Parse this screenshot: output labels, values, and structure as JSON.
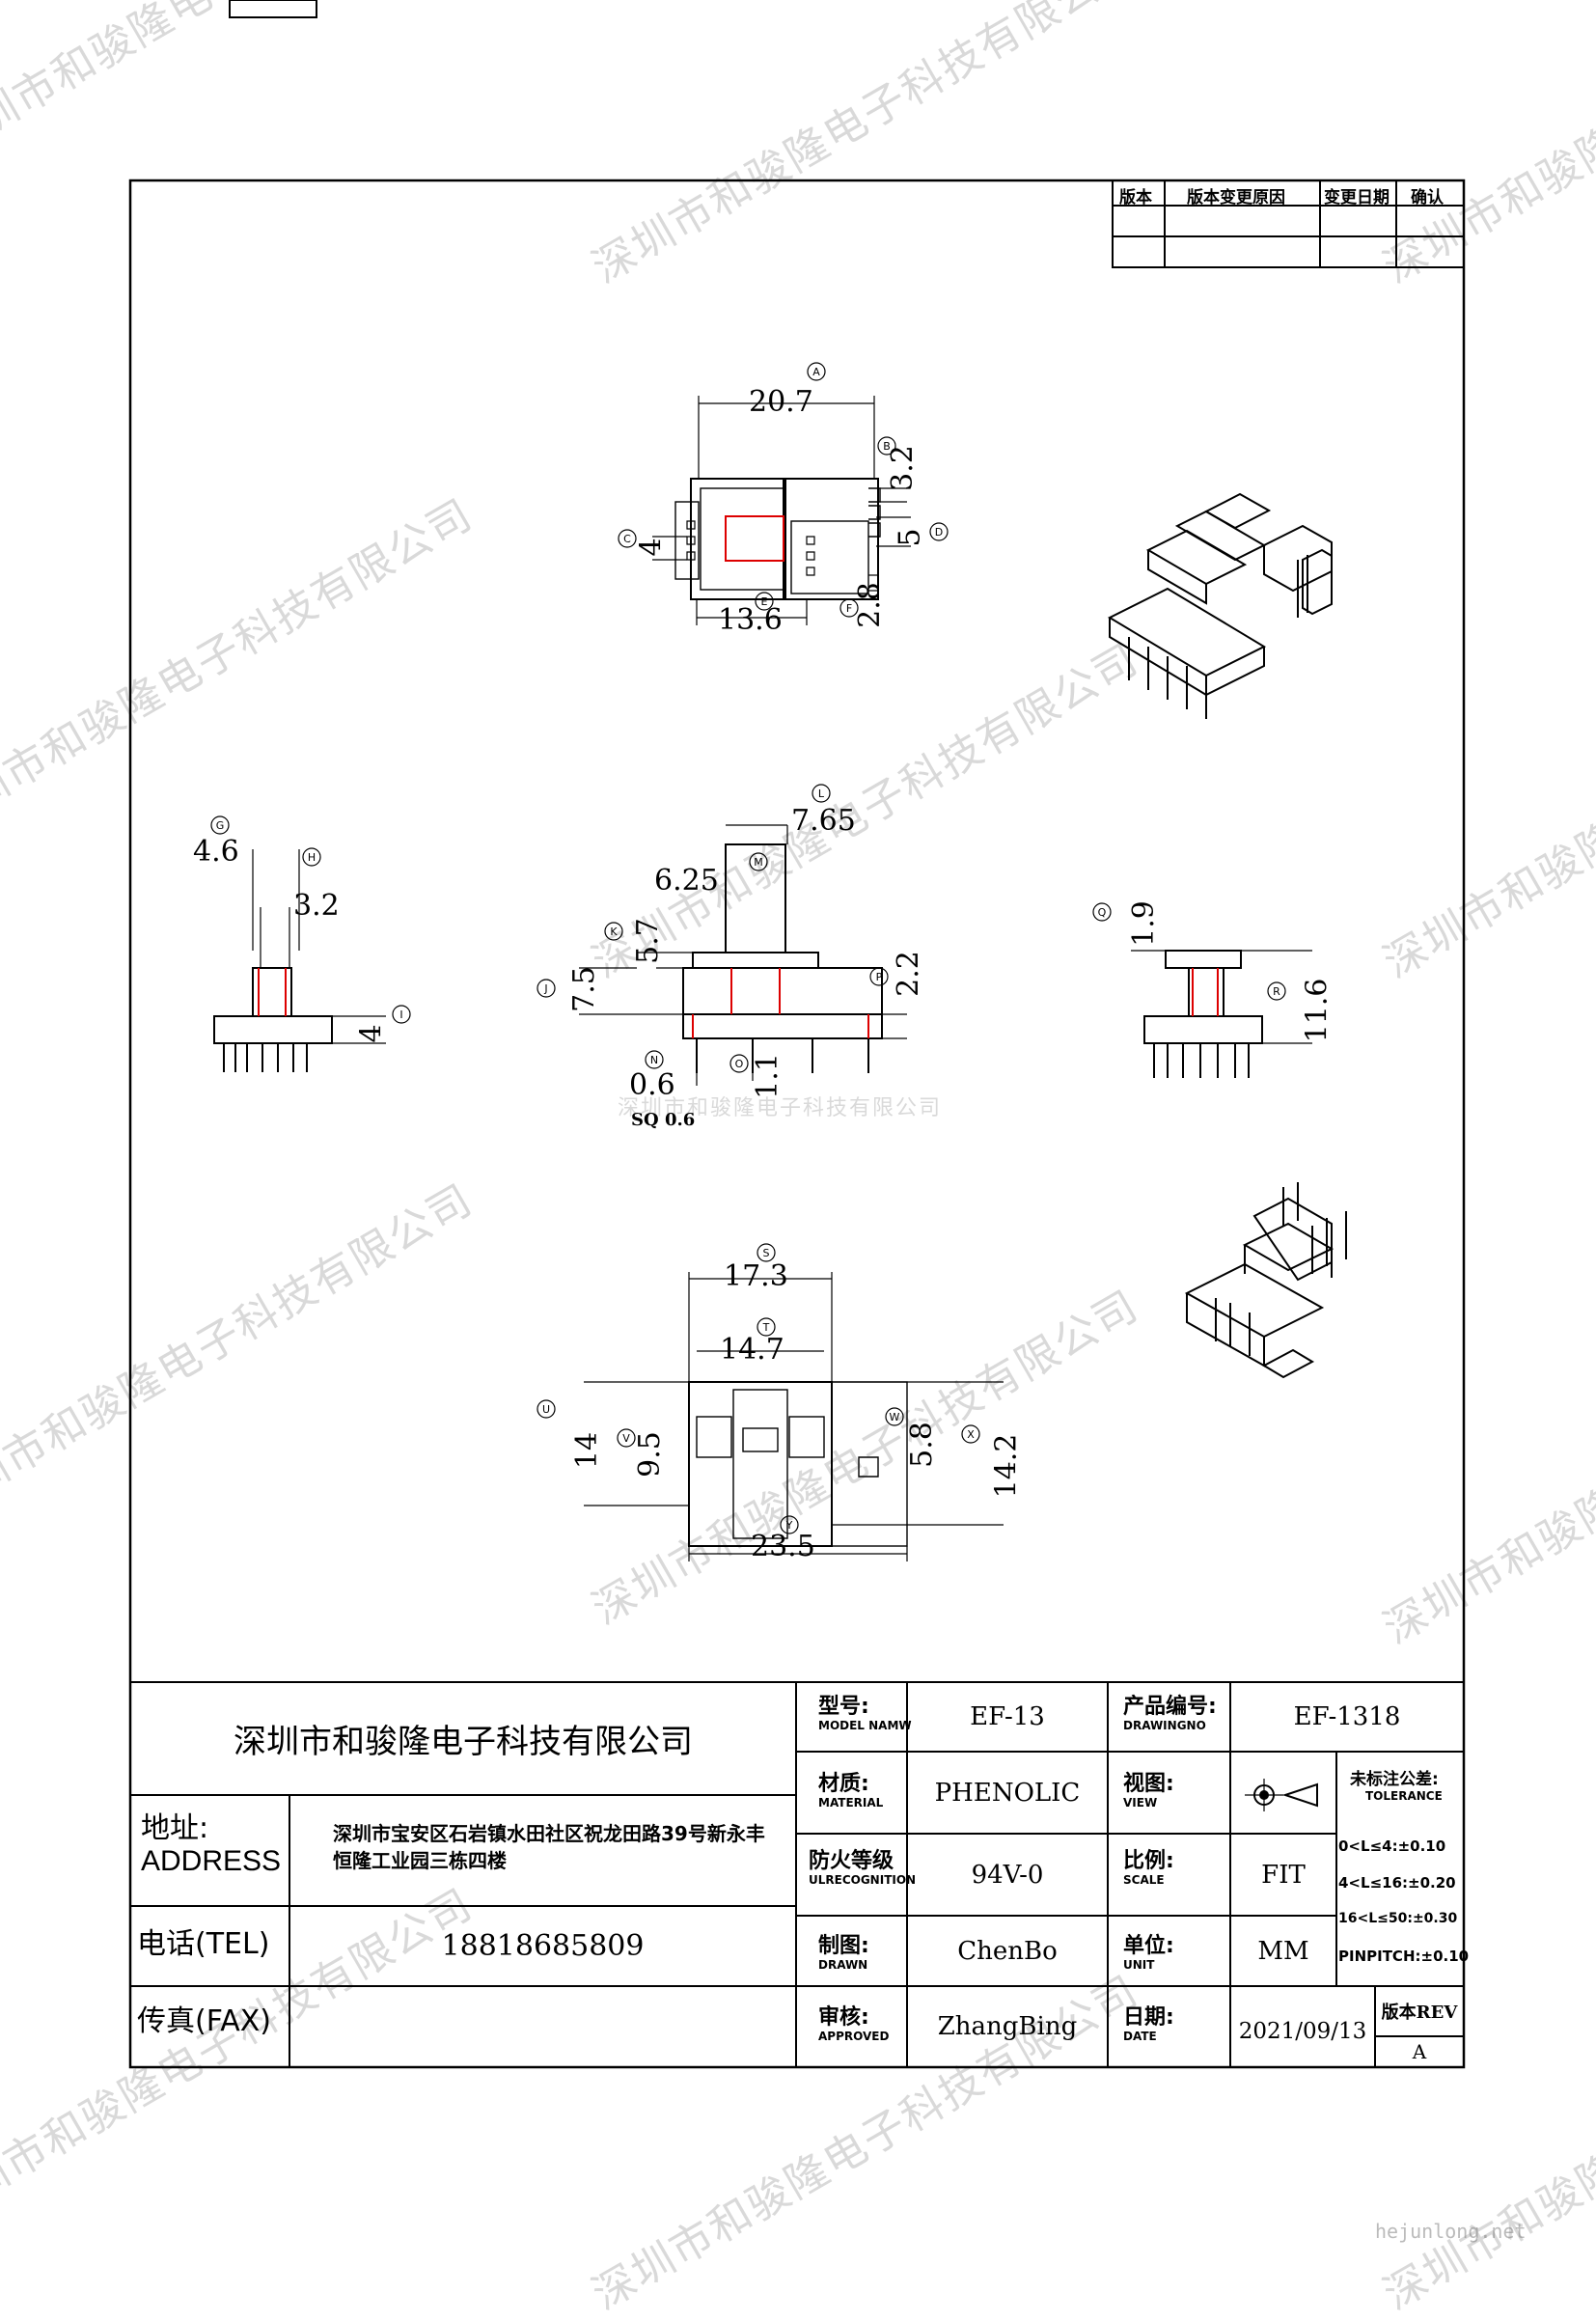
{
  "watermark": {
    "text": "深圳市和骏隆电子科技有限公司",
    "url": "hejunlong.net"
  },
  "revision_table": {
    "headers": [
      "版本",
      "版本变更原因",
      "变更日期",
      "确认"
    ]
  },
  "dimensions": {
    "top": [
      "20.7",
      "3.2",
      "4",
      "5",
      "13.6",
      "2.8"
    ],
    "side_left": [
      "4.6",
      "3.2",
      "4"
    ],
    "front": [
      "7.65",
      "6.25",
      "5.7",
      "7.5",
      "2.2",
      "0.6",
      "1.1",
      "SQ 0.6"
    ],
    "side_right": [
      "1.9",
      "11.6"
    ],
    "bottom": [
      "17.3",
      "14.7",
      "14",
      "9.5",
      "5.8",
      "14.2",
      "23.5"
    ],
    "markers": [
      "A",
      "B",
      "C",
      "D",
      "E",
      "F",
      "G",
      "H",
      "I",
      "J",
      "K",
      "L",
      "M",
      "N",
      "O",
      "P",
      "Q",
      "R",
      "S",
      "T",
      "U",
      "V",
      "W",
      "X",
      "Y"
    ]
  },
  "title_block": {
    "company": "深圳市和骏隆电子科技有限公司",
    "address_label_cn": "地址:",
    "address_label_en": "ADDRESS",
    "address_line1": "深圳市宝安区石岩镇水田社区祝龙田路39号新永丰",
    "address_line2": "恒隆工业园三栋四楼",
    "tel_label": "电话(TEL)",
    "tel_value": "18818685809",
    "fax_label": "传真(FAX)",
    "model_cn": "型号:",
    "model_en": "MODEL NAMW",
    "model_value": "EF-13",
    "material_cn": "材质:",
    "material_en": "MATERIAL",
    "material_value": "PHENOLIC",
    "fire_cn": "防火等级",
    "fire_en": "ULRECOGNITION",
    "fire_value": "94V-0",
    "drawn_cn": "制图:",
    "drawn_en": "DRAWN",
    "drawn_value": "ChenBo",
    "approved_cn": "审核:",
    "approved_en": "APPROVED",
    "approved_value": "ZhangBing",
    "product_no_cn": "产品编号:",
    "product_no_en": "DRAWINGNO",
    "product_no_value": "EF-1318",
    "view_cn": "视图:",
    "view_en": "VIEW",
    "scale_cn": "比例:",
    "scale_en": "SCALE",
    "scale_value": "FIT",
    "unit_cn": "单位:",
    "unit_en": "UNIT",
    "unit_value": "MM",
    "date_cn": "日期:",
    "date_en": "DATE",
    "date_value": "2021/09/13",
    "tolerance_cn": "未标注公差:",
    "tolerance_en": "TOLERANCE",
    "tolerances": [
      "0<L≤4:±0.10",
      "4<L≤16:±0.20",
      "16<L≤50:±0.30",
      "PINPITCH:±0.10"
    ],
    "rev_label": "版本REV",
    "rev_value": "A"
  }
}
